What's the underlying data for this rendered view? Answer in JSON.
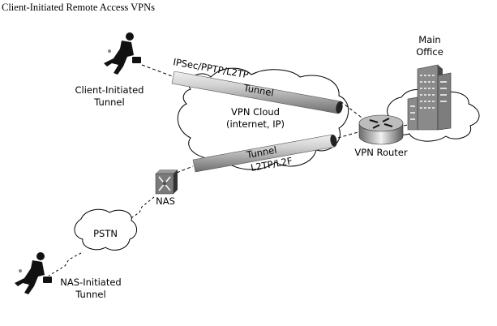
{
  "title": "Client-Initiated Remote Access VPNs",
  "nodes": {
    "client_user": {
      "label_line1": "Client-Initiated",
      "label_line2": "Tunnel",
      "icon": "running-person-with-briefcase"
    },
    "nas_user": {
      "label_line1": "NAS-Initiated",
      "label_line2": "Tunnel",
      "icon": "running-person-with-briefcase"
    },
    "vpn_cloud": {
      "label_line1": "VPN Cloud",
      "label_line2": "(internet, IP)"
    },
    "pstn": {
      "label": "PSTN"
    },
    "nas": {
      "label": "NAS",
      "icon": "access-server"
    },
    "router": {
      "label": "VPN Router",
      "icon": "router"
    },
    "main_office": {
      "label_line1": "Main",
      "label_line2": "Office",
      "icon": "office-building"
    }
  },
  "tunnels": {
    "upper": {
      "protocol": "IPSec/PPTP/L2TP",
      "label": "Tunnel"
    },
    "lower": {
      "protocol": "L2TP/L2F",
      "label": "Tunnel"
    }
  },
  "colors": {
    "pipe_dark": "#6e6e6e",
    "pipe_light": "#e6e6e6",
    "building": "#7a7a7a",
    "line": "#000000"
  }
}
